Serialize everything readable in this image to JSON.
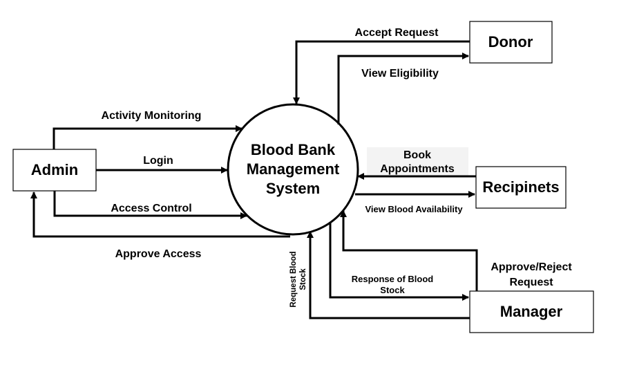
{
  "center": {
    "line1": "Blood Bank",
    "line2": "Management",
    "line3": "System"
  },
  "entities": {
    "admin": "Admin",
    "donor": "Donor",
    "recipients": "Recipinets",
    "manager": "Manager"
  },
  "flows": {
    "accept_request": "Accept Request",
    "view_eligibility": "View Eligibility",
    "activity_monitoring": "Activity Monitoring",
    "login": "Login",
    "access_control": "Access Control",
    "approve_access": "Approve Access",
    "book_appointments_1": "Book",
    "book_appointments_2": "Appointments",
    "view_blood_availability": "View Blood Availability",
    "approve_reject_1": "Approve/Reject",
    "approve_reject_2": "Request",
    "response_stock_1": "Response of Blood",
    "response_stock_2": "Stock",
    "request_stock_1": "Request Blood",
    "request_stock_2": "Stock"
  }
}
